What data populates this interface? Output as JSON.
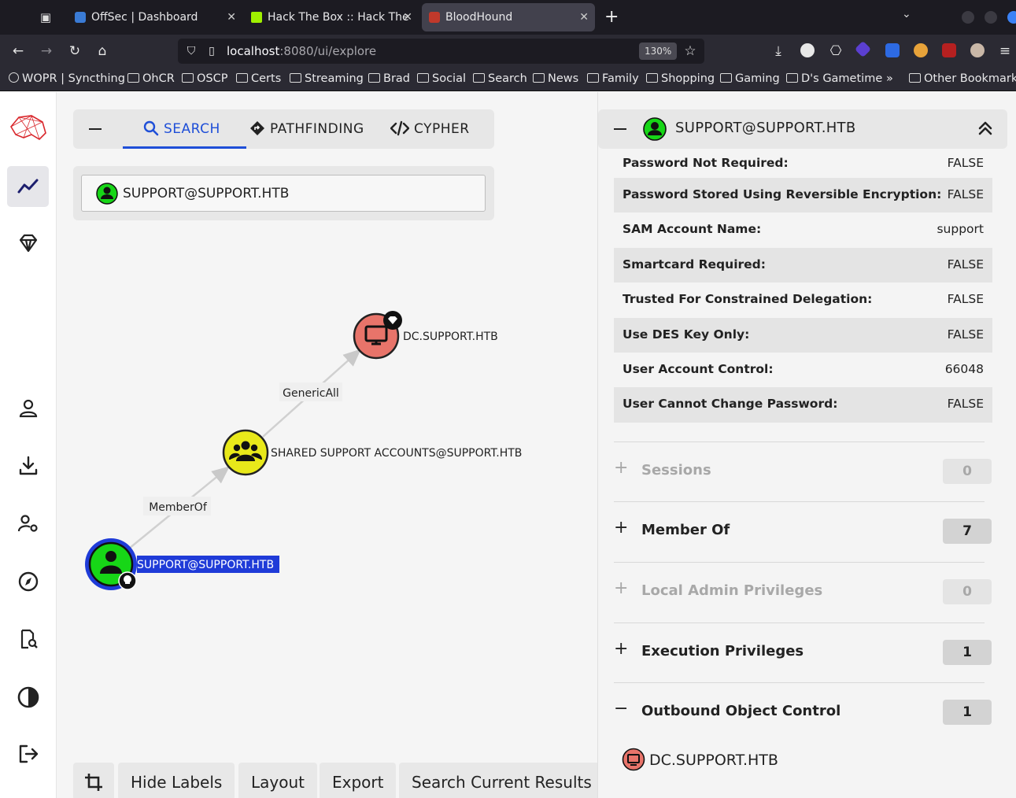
{
  "browser": {
    "tabs": [
      {
        "title": "OffSec | Dashboard",
        "color": "#3a7bd5"
      },
      {
        "title": "Hack The Box :: Hack The",
        "color": "#9fef00"
      },
      {
        "title": "BloodHound",
        "color": "#c0392b"
      }
    ],
    "url_host": "localhost",
    "url_path": ":8080/ui/explore",
    "zoom": "130%",
    "bookmarks": [
      "WOPR | Syncthing",
      "OhCR",
      "OSCP",
      "Certs",
      "Streaming",
      "Brad",
      "Social",
      "Search",
      "News",
      "Family",
      "Shopping",
      "Gaming",
      "D's Gametime",
      "Other Bookmarks"
    ]
  },
  "nav": {
    "search": "SEARCH",
    "pathfinding": "PATHFINDING",
    "cypher": "CYPHER"
  },
  "search": {
    "value": "SUPPORT@SUPPORT.HTB"
  },
  "graph": {
    "nodes": {
      "dc": "DC.SUPPORT.HTB",
      "group": "SHARED SUPPORT ACCOUNTS@SUPPORT.HTB",
      "user": "SUPPORT@SUPPORT.HTB"
    },
    "edges": {
      "member_of": "MemberOf",
      "generic_all": "GenericAll"
    },
    "colors": {
      "user": "#17d617",
      "group": "#e8e81a",
      "computer": "#e8746a",
      "selected": "#1f3bd8"
    }
  },
  "toolbar": {
    "hide_labels": "Hide Labels",
    "layout": "Layout",
    "export": "Export",
    "search_results": "Search Current Results"
  },
  "panel": {
    "title": "SUPPORT@SUPPORT.HTB",
    "properties": [
      {
        "key": "Password Not Required:",
        "value": "FALSE"
      },
      {
        "key": "Password Stored Using Reversible Encryption:",
        "value": "FALSE"
      },
      {
        "key": "SAM Account Name:",
        "value": "support"
      },
      {
        "key": "Smartcard Required:",
        "value": "FALSE"
      },
      {
        "key": "Trusted For Constrained Delegation:",
        "value": "FALSE"
      },
      {
        "key": "Use DES Key Only:",
        "value": "FALSE"
      },
      {
        "key": "User Account Control:",
        "value": "66048"
      },
      {
        "key": "User Cannot Change Password:",
        "value": "FALSE"
      }
    ],
    "sections": [
      {
        "label": "Sessions",
        "count": "0",
        "sign": "+"
      },
      {
        "label": "Member Of",
        "count": "7",
        "sign": "+"
      },
      {
        "label": "Local Admin Privileges",
        "count": "0",
        "sign": "+"
      },
      {
        "label": "Execution Privileges",
        "count": "1",
        "sign": "+"
      },
      {
        "label": "Outbound Object Control",
        "count": "1",
        "sign": "−"
      }
    ],
    "outbound_item": "DC.SUPPORT.HTB"
  }
}
